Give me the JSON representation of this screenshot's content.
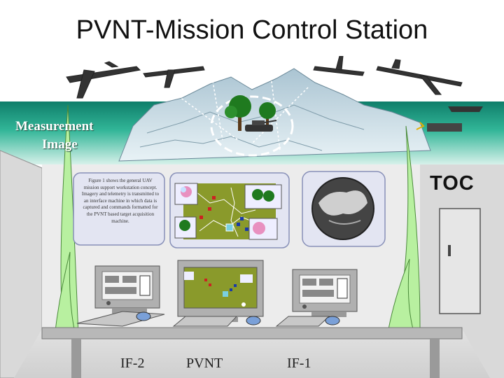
{
  "title": "PVNT-Mission Control Station",
  "measurement_label": {
    "line1": "Measurement",
    "line2": "Image"
  },
  "toc_label": "TOC",
  "panel_text": "Figure 1 shows the general UAV mission support workstation concept. Imagery and telemetry is transmitted to an interface machine in which data is captured and commands formatted for the PVNT based target acquisition machine.",
  "stations": {
    "left": "IF-2",
    "center": "PVNT",
    "right": "IF-1"
  },
  "colors": {
    "sky_teal": "#1f9e86",
    "wall": "#d9d9d9",
    "panel": "#e3e5f2",
    "map": "#8a9a2b",
    "plant": "#b8f0a0",
    "door": "#e6e6e6"
  }
}
